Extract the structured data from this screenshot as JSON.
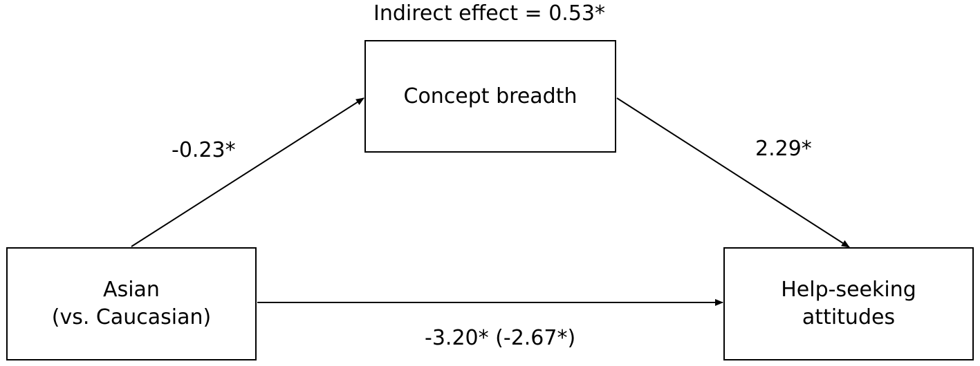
{
  "diagram": {
    "indirect_effect_label": "Indirect effect = 0.53*",
    "nodes": {
      "mediator": {
        "lines": [
          "Concept breadth"
        ]
      },
      "predictor": {
        "lines": [
          "Asian",
          "(vs. Caucasian)"
        ]
      },
      "outcome": {
        "lines": [
          "Help-seeking",
          "attitudes"
        ]
      }
    },
    "paths": {
      "a": {
        "from": "predictor",
        "to": "mediator",
        "label": "-0.23*"
      },
      "b": {
        "from": "mediator",
        "to": "outcome",
        "label": "2.29*"
      },
      "c": {
        "from": "predictor",
        "to": "outcome",
        "label": "-3.20* (-2.67*)"
      }
    }
  }
}
